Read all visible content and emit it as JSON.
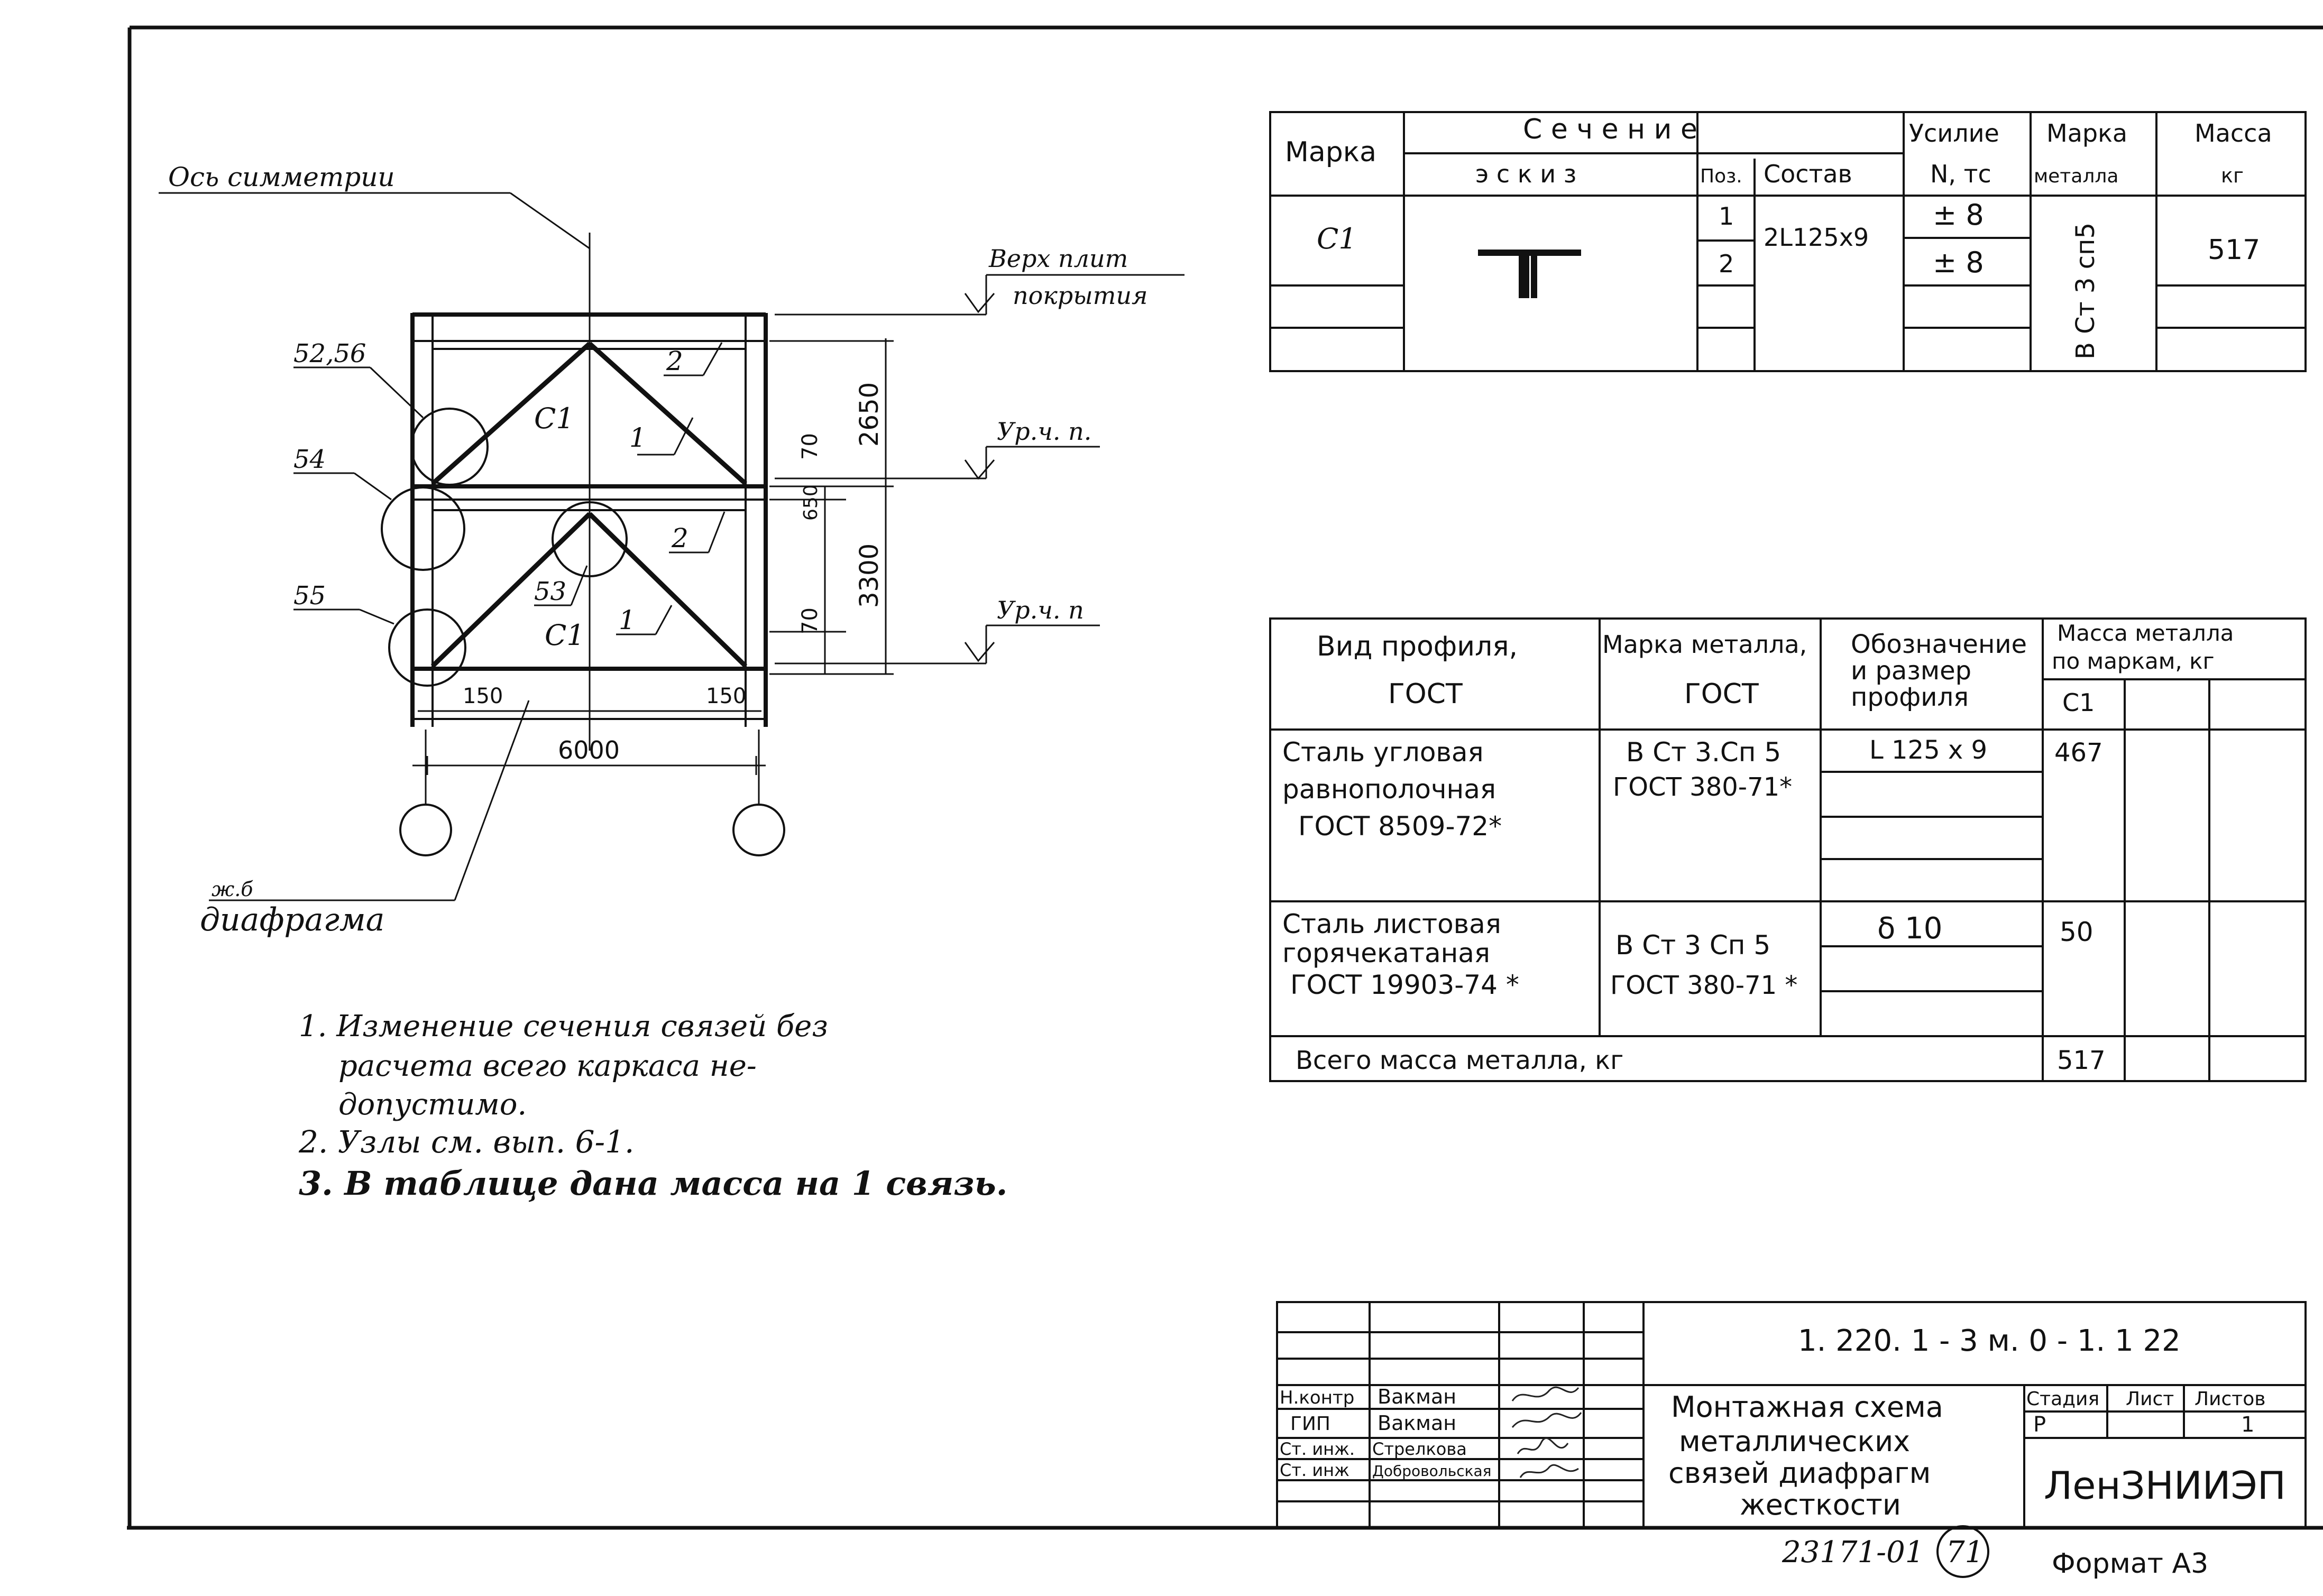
{
  "drawing": {
    "sym_axis": "Ось симметрии",
    "top_plate_line1": "Верх плит",
    "top_plate_line2": "покрытия",
    "floor_level_1": "Ур.ч. п.",
    "floor_level_2": "Ур.ч. п",
    "node_52_56": "52,56",
    "node_54": "54",
    "node_55": "55",
    "node_53": "53",
    "brace_c1_upper": "С1",
    "brace_c1_lower": "С1",
    "pos1_upper": "1",
    "pos2_upper": "2",
    "pos1_lower": "1",
    "pos2_lower": "2",
    "dim_2650": "2650",
    "dim_3300": "3300",
    "dim_70_upper": "70",
    "dim_70_lower": "70",
    "dim_650": "650",
    "dim_150_left": "150",
    "dim_150_right": "150",
    "dim_6000": "6000",
    "rc_label": "ж.б",
    "diaphragm_label": "диафрагма"
  },
  "section_table": {
    "h_marka": "Марка",
    "h_sechenie": "С е ч е н и е",
    "h_usilie": "Усилие",
    "h_usilie_sub": "N, тс",
    "h_marka_metalla": "Марка",
    "h_marka_metalla_sub": "металла",
    "h_massa": "Масса",
    "h_massa_sub": "кг",
    "h_eskiz": "э с к и з",
    "h_poz": "Поз.",
    "h_sostav": "Состав",
    "row_marka": "С1",
    "row_poz_1": "1",
    "row_poz_2": "2",
    "row_sostav": "2L125x9",
    "row_usilie_1": "± 8",
    "row_usilie_2": "± 8",
    "row_metal": "В Ст 3 сп5",
    "row_massa": "517"
  },
  "material_table": {
    "h_vid_1": "Вид профиля,",
    "h_vid_2": "ГОСТ",
    "h_marka_1": "Марка металла,",
    "h_marka_2": "ГОСТ",
    "h_oboz_1": "Обозначение",
    "h_oboz_2": "и размер",
    "h_oboz_3": "профиля",
    "h_massa_1": "Масса металла",
    "h_massa_2": "по маркам, кг",
    "h_c1": "С1",
    "r1_vid_1": "Сталь угловая",
    "r1_vid_2": "равнополочная",
    "r1_vid_3": "ГОСТ 8509-72*",
    "r1_marka_1": "В Ст 3.Сп 5",
    "r1_marka_2": "ГОСТ 380-71*",
    "r1_profile": "L 125 x 9",
    "r1_mass": "467",
    "r2_vid_1": "Сталь листовая",
    "r2_vid_2": "горячекатаная",
    "r2_vid_3": "ГОСТ 19903-74 *",
    "r2_marka_1": "В Ст 3 Сп 5",
    "r2_marka_2": "ГОСТ 380-71 *",
    "r2_profile": "δ 10",
    "r2_mass": "50",
    "total_label": "Всего масса металла, кг",
    "total_mass": "517"
  },
  "notes": {
    "n1_l1": "1. Изменение сечения связей без",
    "n1_l2": "расчета всего каркаса не-",
    "n1_l3": "допустимо.",
    "n2": "2. Узлы см. вып. 6-1.",
    "n3": "3. В таблице дана масса на 1 связь."
  },
  "title_block": {
    "code": "1. 220. 1 - 3 м.   0 - 1. 1 22",
    "role_1": "Н.контр",
    "role_2": "ГИП",
    "role_3": "Ст. инж.",
    "role_4": "Ст. инж",
    "name_1": "Вакман",
    "name_2": "Вакман",
    "name_3": "Стрелкова",
    "name_4": "Добровольская",
    "title_1": "Монтажная схема",
    "title_2": "металлических",
    "title_3": "связей диафрагм",
    "title_4": "жесткости",
    "h_stadiya": "Стадия",
    "h_list": "Лист",
    "h_listov": "Листов",
    "stadiya": "Р",
    "list": "",
    "listov": "1",
    "org": "ЛенЗНИИЭП"
  },
  "footer": {
    "inv": "23171-01",
    "page": "71",
    "format": "Формат А3"
  }
}
